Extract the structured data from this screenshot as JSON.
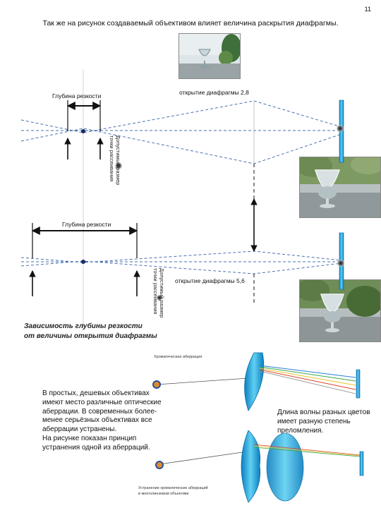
{
  "page": {
    "number": "11",
    "title": "Так же на рисунок создаваемый  объективом влияет величина раскрытия диафрагмы."
  },
  "diagram_top": {
    "depth_label": "Глубина резкости",
    "aperture_label": "открытие диафрагмы 2,8",
    "coc_label_line1": "Допустимый размер",
    "coc_label_line2": "точки рассеивания"
  },
  "diagram_bottom": {
    "depth_label": "Глубина резкости",
    "aperture_label": "открытие диафрагмы 5,6",
    "coc_label_line1": "Допустимый размер",
    "coc_label_line2": "точки рассеивания"
  },
  "caption": {
    "line1": "Зависимость глубины  резкости",
    "line2": "от величины  открытия диафрагмы"
  },
  "aberration": {
    "chromatic_label": "Хроматическая  аберрация",
    "correction_label_line1": "Устранение хроматических аберраций",
    "correction_label_line2": "в многолинзовом объективе",
    "body_lines": [
      "В простых, дешевых объективах",
      "имеют место различные оптические",
      "аберрации.  В современных более-",
      "менее серьёзных объективах все",
      "аберрации устранены.",
      "На рисунке показан принцип",
      "устранения одной из аберраций."
    ],
    "side_lines": [
      "Длина волны разных цветов",
      "имеет  разную степень",
      "преломления."
    ]
  },
  "colors": {
    "axis_dash": "#4a72b0",
    "lens_blue": "#1e9ad6",
    "arrow": "#111111"
  }
}
